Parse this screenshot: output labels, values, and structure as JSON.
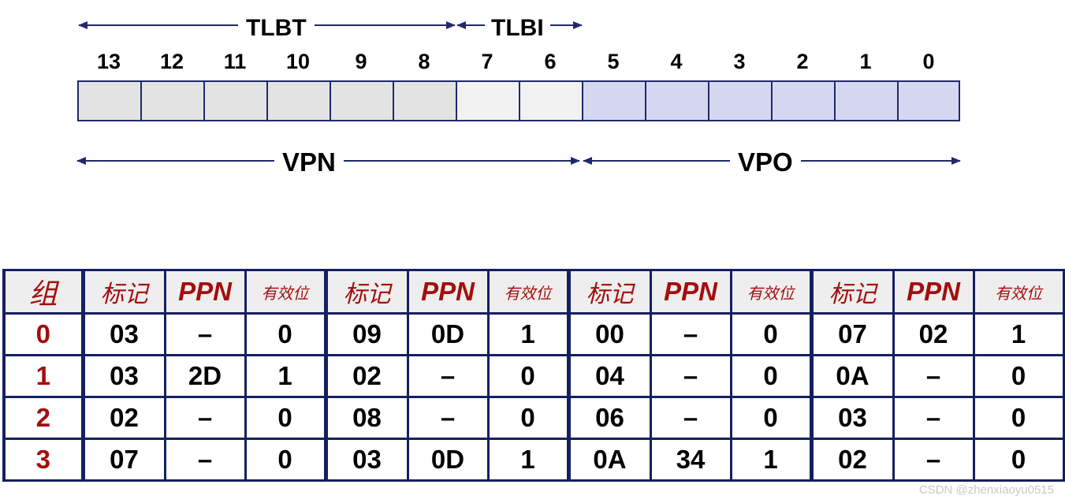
{
  "address": {
    "bit_numbers": [
      "13",
      "12",
      "11",
      "10",
      "9",
      "8",
      "7",
      "6",
      "5",
      "4",
      "3",
      "2",
      "1",
      "0"
    ],
    "bit_fields": [
      "tlbt",
      "tlbt",
      "tlbt",
      "tlbt",
      "tlbt",
      "tlbt",
      "tlbi",
      "tlbi",
      "vpo",
      "vpo",
      "vpo",
      "vpo",
      "vpo",
      "vpo"
    ],
    "tlbt_label": "TLBT",
    "tlbi_label": "TLBI",
    "vpn_label": "VPN",
    "vpo_label": "VPO",
    "colors": {
      "tlbt_fill": "#e3e3e3",
      "tlbi_fill": "#f2f2f2",
      "vpo_fill": "#d6d8f2",
      "border": "#1f2a6b"
    }
  },
  "tlb": {
    "headers": {
      "set": "组",
      "tag": "标记",
      "ppn": "PPN",
      "valid": "有效位"
    },
    "rows": [
      {
        "set": "0",
        "cells": [
          "03",
          "–",
          "0",
          "09",
          "0D",
          "1",
          "00",
          "–",
          "0",
          "07",
          "02",
          "1"
        ]
      },
      {
        "set": "1",
        "cells": [
          "03",
          "2D",
          "1",
          "02",
          "–",
          "0",
          "04",
          "–",
          "0",
          "0A",
          "–",
          "0"
        ]
      },
      {
        "set": "2",
        "cells": [
          "02",
          "–",
          "0",
          "08",
          "–",
          "0",
          "06",
          "–",
          "0",
          "03",
          "–",
          "0"
        ]
      },
      {
        "set": "3",
        "cells": [
          "07",
          "–",
          "0",
          "03",
          "0D",
          "1",
          "0A",
          "34",
          "1",
          "02",
          "–",
          "0"
        ]
      }
    ],
    "colors": {
      "header_text": "#a30e0e",
      "set_number": "#a30e0e",
      "grid": "#14205f",
      "header_fill": "#eeeeee"
    }
  },
  "watermark": "CSDN @zhenxiaoyu0515"
}
